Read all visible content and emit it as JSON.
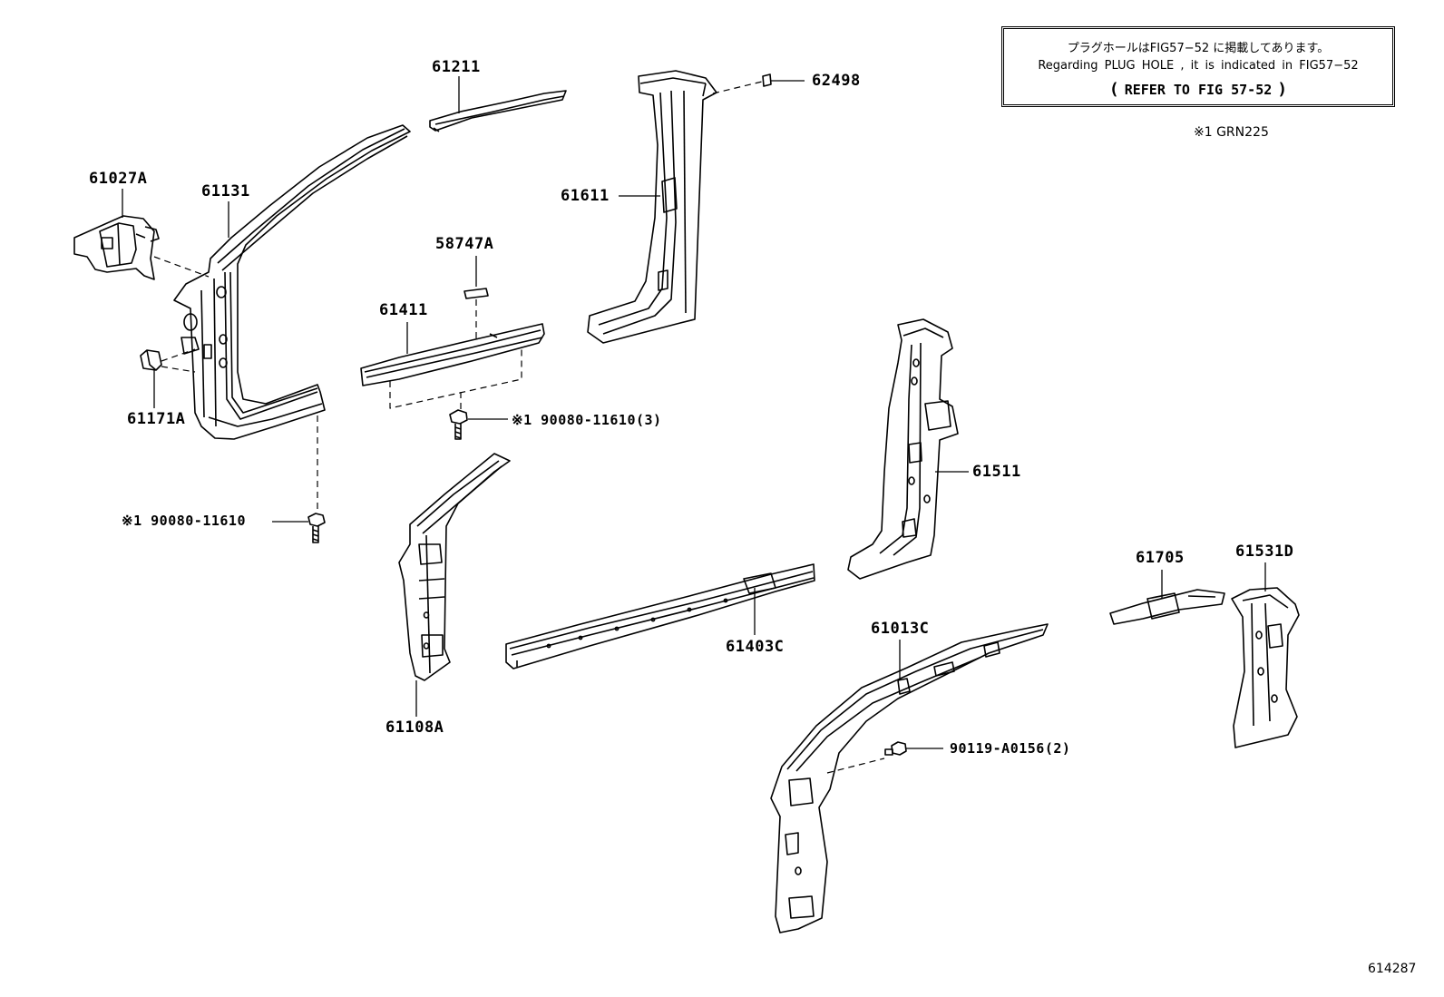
{
  "note": {
    "line_ja": "プラグホールはFIG57−52 に掲載してあります。",
    "line_en": "Regarding PLUG HOLE , it is indicated in FIG57−52",
    "paren_open": "(",
    "refer": "REFER TO FIG 57-52",
    "paren_close": ")"
  },
  "footnote": "※1 GRN225",
  "figure_number": "614287",
  "parts": {
    "p61211": "61211",
    "p62498": "62498",
    "p61027A": "61027A",
    "p61131": "61131",
    "p61611": "61611",
    "p58747A": "58747A",
    "p61411": "61411",
    "p61171A": "61171A",
    "p90080_3": "※1 90080-11610(3)",
    "p90080_1": "※1 90080-11610",
    "p61511": "61511",
    "p61705": "61705",
    "p61531D": "61531D",
    "p61403C": "61403C",
    "p61013C": "61013C",
    "p61108A": "61108A",
    "p90119": "90119-A0156(2)"
  }
}
